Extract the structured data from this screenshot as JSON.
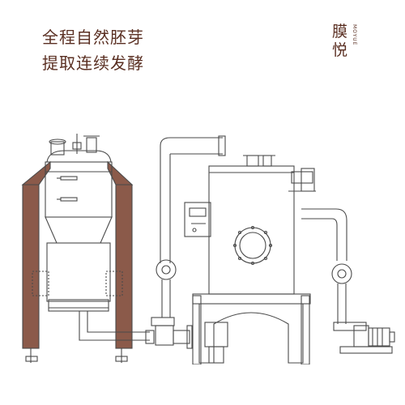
{
  "headline": {
    "line1": "全程自然胚芽",
    "line2": "提取连续发酵"
  },
  "brand": {
    "mark_top": "膜",
    "mark_bottom": "悦",
    "roman": "MOYUE"
  },
  "colors": {
    "text": "#5a2f22",
    "frame_fill": "#8b5a4a",
    "line": "#4a4a4a"
  }
}
